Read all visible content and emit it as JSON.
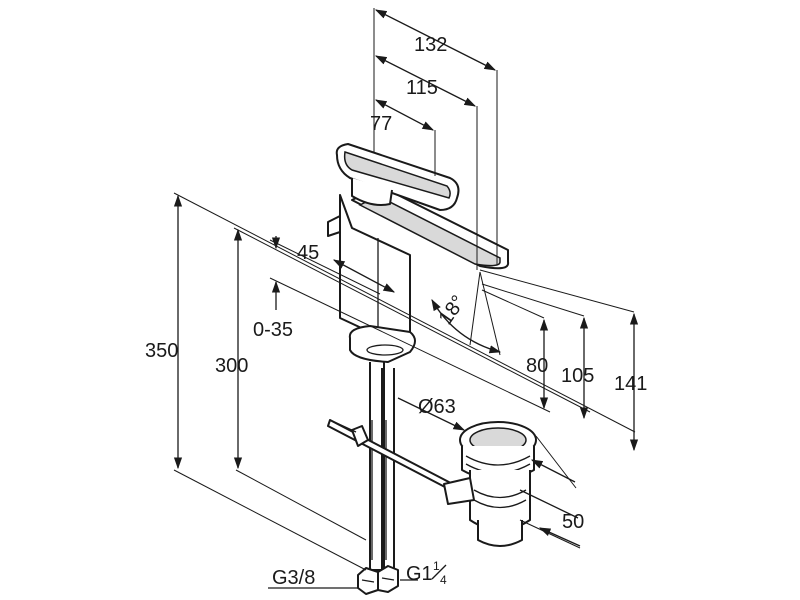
{
  "dimensions": {
    "width_132": "132",
    "width_115": "115",
    "width_77": "77",
    "offset_45": "45",
    "range_0_35": "0-35",
    "angle_18": "18°",
    "height_350": "350",
    "height_300": "300",
    "height_80": "80",
    "height_105": "105",
    "height_141": "141",
    "diameter_63": "Ø63",
    "depth_50": "50",
    "thread_g3_8": "G3/8",
    "thread_g1_1_4_main": "G1",
    "thread_g1_1_4_num": "1",
    "thread_g1_1_4_den": "4"
  }
}
